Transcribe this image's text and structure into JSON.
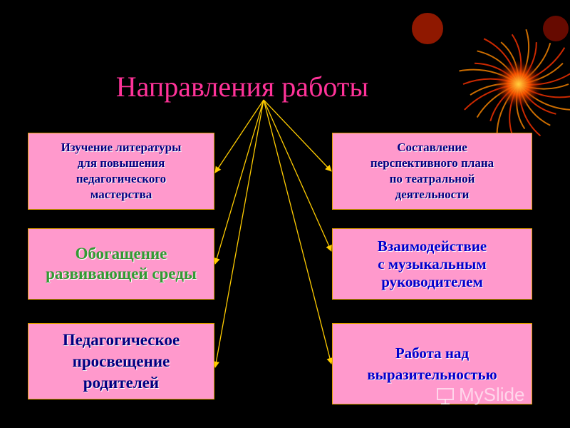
{
  "slide": {
    "title": "Направления работы",
    "boxes": [
      {
        "lines": [
          "Изучение литературы",
          "для повышения",
          "педагогического",
          "мастерства"
        ]
      },
      {
        "lines": [
          "Составление",
          "перспективного плана",
          "по театральной",
          "деятельности"
        ]
      },
      {
        "lines": [
          "Обогащение",
          "развивающей среды"
        ]
      },
      {
        "lines": [
          "Взаимодействие",
          "с музыкальным",
          "руководителем"
        ]
      },
      {
        "lines": [
          "Педагогическое",
          "просвещение",
          "родителей"
        ]
      },
      {
        "lines": [
          "Работа над",
          "выразительностью"
        ]
      }
    ]
  },
  "watermark": {
    "text": "MySlide"
  },
  "colors": {
    "background": "#000000",
    "title": "#ff3399",
    "box_fill": "#ff99cc",
    "box_border": "#e0a000",
    "arrow": "#ffcc00"
  },
  "icons": [
    "firework-decoration",
    "arrow-icon",
    "myslide-logo-icon"
  ]
}
